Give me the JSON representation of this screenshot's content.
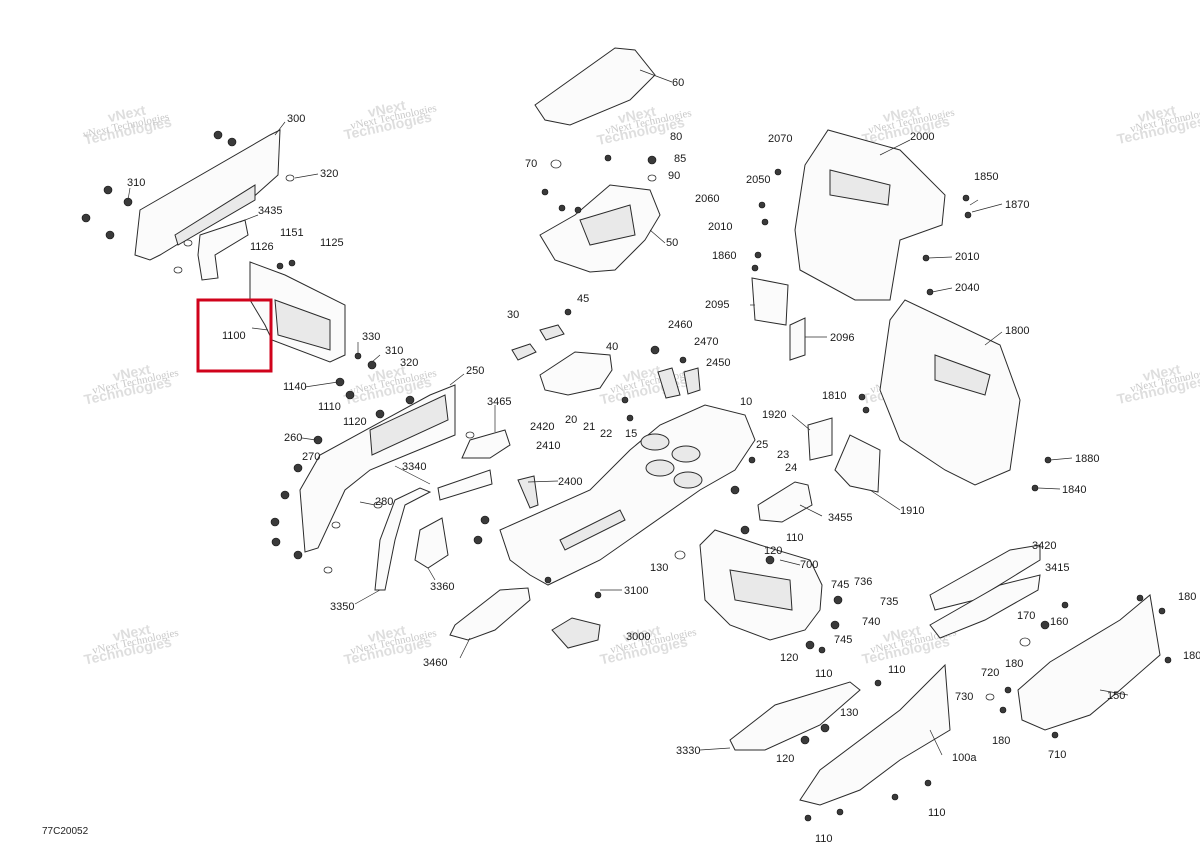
{
  "diagram_code": "77C20052",
  "watermark": {
    "line1": "vNext",
    "line2": "Technologies",
    "small": "vNext Technologies"
  },
  "highlight": {
    "label": "1100",
    "color": "#d0021b"
  },
  "labels": [
    "300",
    "310",
    "320",
    "3435",
    "1126",
    "1151",
    "1125",
    "330",
    "310",
    "320",
    "1140",
    "1110",
    "1120",
    "250",
    "260",
    "270",
    "280",
    "3340",
    "3350",
    "3360",
    "3465",
    "2420",
    "2410",
    "2400",
    "20",
    "21",
    "22",
    "15",
    "30",
    "45",
    "40",
    "2460",
    "2470",
    "2450",
    "10",
    "25",
    "23",
    "24",
    "110",
    "120",
    "130",
    "700",
    "3455",
    "3100",
    "3000",
    "3460",
    "3330",
    "745",
    "736",
    "735",
    "740",
    "745",
    "120",
    "110",
    "110",
    "130",
    "120",
    "100a",
    "110",
    "110",
    "60",
    "80",
    "85",
    "90",
    "70",
    "50",
    "2070",
    "2000",
    "2050",
    "2060",
    "2010",
    "1860",
    "1850",
    "1870",
    "2010",
    "2040",
    "2095",
    "2096",
    "1800",
    "1810",
    "1920",
    "1880",
    "1840",
    "1910",
    "3420",
    "3415",
    "170",
    "160",
    "180",
    "180",
    "150",
    "720",
    "730",
    "180",
    "710",
    "180"
  ]
}
